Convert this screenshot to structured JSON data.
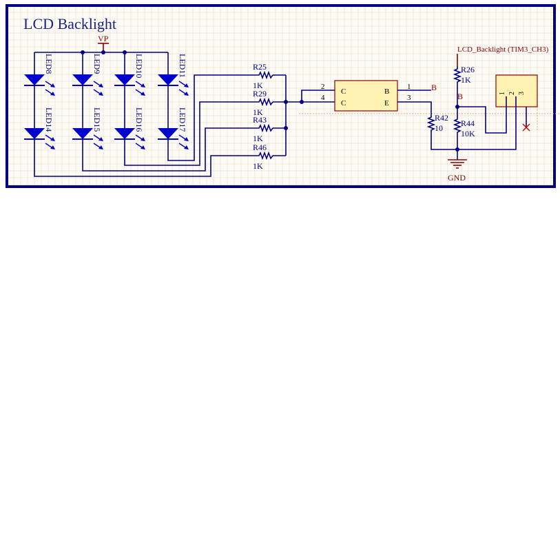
{
  "title": "LCD Backlight",
  "nets": {
    "vp": "VP",
    "gnd": "GND",
    "b_left": "B",
    "b_right": "B",
    "pwm": "LCD_Backlight (TIM3_CH3)"
  },
  "leds": {
    "top": [
      "LED8",
      "LED9",
      "LED10",
      "LED11"
    ],
    "bottom": [
      "LED14",
      "LED15",
      "LED16",
      "LED17"
    ]
  },
  "resistors": [
    {
      "ref": "R25",
      "value": "1K"
    },
    {
      "ref": "R29",
      "value": "1K"
    },
    {
      "ref": "R43",
      "value": "1K"
    },
    {
      "ref": "R46",
      "value": "1K"
    },
    {
      "ref": "R26",
      "value": "1K"
    },
    {
      "ref": "R42",
      "value": "10"
    },
    {
      "ref": "R44",
      "value": "10K"
    }
  ],
  "transistor": {
    "pin_labels": [
      "C",
      "C",
      "B",
      "E"
    ],
    "pin_numbers": [
      "2",
      "4",
      "1",
      "3"
    ]
  },
  "connector": {
    "pins": [
      "1",
      "2",
      "3"
    ]
  },
  "colors": {
    "frame": "#000080",
    "led": "#0000cc",
    "wire": "#000080",
    "net_label": "#8b0000",
    "component_fill": "#fff2b3"
  }
}
